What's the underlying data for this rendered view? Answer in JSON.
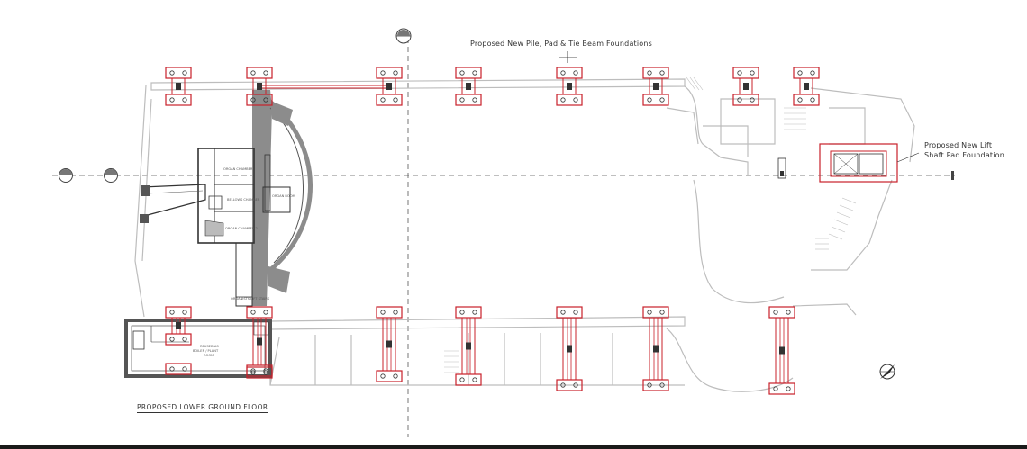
{
  "drawing": {
    "title": "PROPOSED LOWER GROUND FLOOR",
    "annotations": {
      "foundations_note": "Proposed New Pile, Pad & Tie Beam Foundations",
      "lift_note_line1": "Proposed New Lift",
      "lift_note_line2": "Shaft Pad Foundation"
    },
    "room_labels": {
      "organ_chamber_top": "ORGAN CHAMBER",
      "bellows_chamber": "BELLOWS CHAMBER",
      "organ_chamber_2": "ORGAN CHAMBER 2",
      "organ_room": "ORGAN ROOM",
      "organ_lift": "ORGANISTS LIFT STAIRS",
      "boiler_room_line1": "REUSED AS",
      "boiler_room_line2": "BOILER / PLANT",
      "boiler_room_line3": "ROOM"
    },
    "colors": {
      "foundation": "#c8202a",
      "wall": "#9a9a9a",
      "wall_fill": "#8c8c8c",
      "line": "#555555",
      "faint": "#b5b5b5"
    },
    "icons": {
      "north_arrow": "north-arrow-icon",
      "grid_marker": "section-marker-icon"
    }
  }
}
